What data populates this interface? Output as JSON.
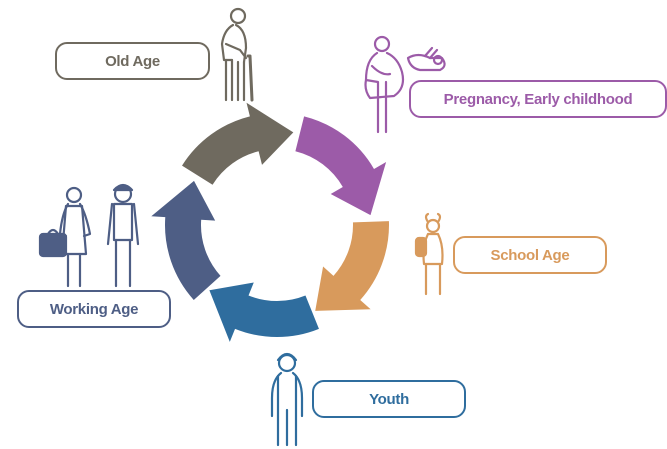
{
  "stages": {
    "old_age": {
      "label": "Old Age",
      "color": "#6f6a5f"
    },
    "pregnancy": {
      "label": "Pregnancy, Early childhood",
      "color": "#9c5ba8"
    },
    "school": {
      "label": "School Age",
      "color": "#d89a5c"
    },
    "youth": {
      "label": "Youth",
      "color": "#2f6d9e"
    },
    "working": {
      "label": "Working Age",
      "color": "#4e5e85"
    }
  },
  "icons": [
    "elderly-person-icon",
    "pregnant-woman-with-baby-icon",
    "schoolgirl-with-backpack-icon",
    "youth-person-icon",
    "working-couple-icon"
  ]
}
